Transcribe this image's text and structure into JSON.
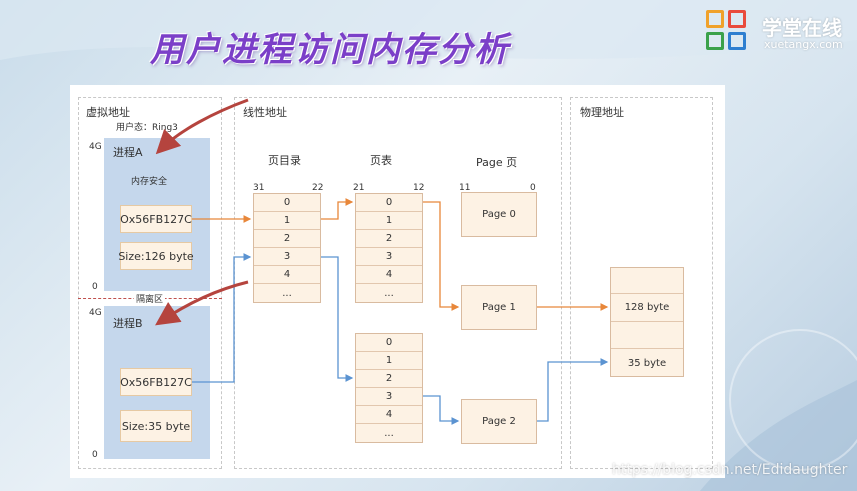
{
  "slide": {
    "title": "用户进程访问内存分析",
    "brand": {
      "name": "学堂在线",
      "url": "xuetangx.com"
    },
    "watermark": "https://blog.csdn.net/Edidaughter",
    "colors": {
      "title": "#7b3fc8",
      "orange_arrow": "#e8873a",
      "blue_arrow": "#5b93d1",
      "process_box": "#c5d7ec",
      "cell_fill": "#fdf2e4"
    }
  },
  "virtual": {
    "heading": "虚拟地址",
    "ring_label": "用户态：Ring3",
    "isolation_label": "隔离区",
    "process_a": {
      "name": "进程A",
      "top_addr": "4G",
      "bottom_addr": "0",
      "note": "内存安全",
      "address": "Ox56FB127C",
      "size": "Size:126 byte"
    },
    "process_b": {
      "name": "进程B",
      "top_addr": "4G",
      "bottom_addr": "0",
      "address": "Ox56FB127C",
      "size": "Size:35 byte"
    }
  },
  "linear": {
    "heading": "线性地址",
    "page_directory": {
      "title": "页目录",
      "bit_high": "31",
      "bit_low": "22",
      "cells": [
        "0",
        "1",
        "2",
        "3",
        "4",
        "..."
      ]
    },
    "page_table": {
      "title": "页表",
      "bit_high": "21",
      "bit_low": "12",
      "cells": [
        "0",
        "1",
        "2",
        "3",
        "4",
        "..."
      ]
    },
    "page_table_2": {
      "cells": [
        "0",
        "1",
        "2",
        "3",
        "4",
        "..."
      ]
    },
    "pages": {
      "title": "Page 页",
      "bit_high": "11",
      "bit_low": "0",
      "items": [
        "Page 0",
        "Page 1",
        "Page 2"
      ]
    }
  },
  "physical": {
    "heading": "物理地址",
    "slots": [
      "128 byte",
      "35 byte"
    ]
  }
}
